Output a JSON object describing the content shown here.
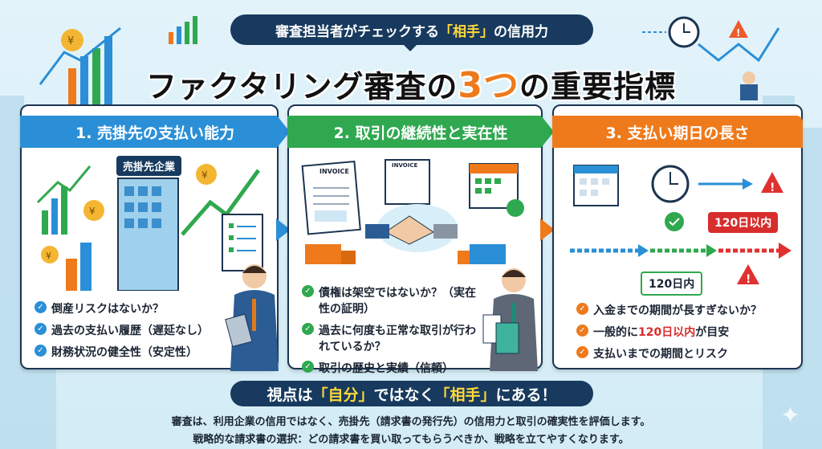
{
  "header": {
    "subtitle_pre": "審査担当者がチェックする",
    "subtitle_hl": "「相手」",
    "subtitle_post": "の信用力",
    "title_pre": "ファクタリング審査の",
    "title_num": "3つ",
    "title_post": "の重要指標"
  },
  "panels": [
    {
      "title": "1. 売掛先の支払い能力",
      "color": "#2a8fd6",
      "building_label": "売掛先企業",
      "checks": [
        "倒産リスクはないか？",
        "過去の支払い履歴（遅延なし）",
        "財務状況の健全性（安定性）"
      ]
    },
    {
      "title": "2. 取引の継続性と実在性",
      "color": "#2fa84f",
      "invoice_label": "INVOICE",
      "checks": [
        "債権は架空ではないか？（実在性の証明）",
        "過去に何度も正常な取引が行われているか？",
        "取引の歴史と実績（信頼）"
      ]
    },
    {
      "title": "3. 支払い期日の長さ",
      "color": "#ee7a1c",
      "badge_red": "120日以内",
      "badge_green": "120日内",
      "checks_1": "入金までの期間が長すぎないか？",
      "checks_2_pre": "一般的に",
      "checks_2_hl": "120日以内",
      "checks_2_post": "が目安",
      "checks_3": "支払いまでの期間とリスク"
    }
  ],
  "banner": {
    "pre": "視点は",
    "hl1": "「自分」",
    "mid": "ではなく",
    "hl2": "「相手」",
    "post": "にある！"
  },
  "footer": {
    "line1": "審査は、利用企業の信用ではなく、売掛先（請求書の発行先）の信用力と取引の確実性を評価します。",
    "line2": "戦略的な請求書の選択：どの請求書を買い取ってもらうべきか、戦略を立てやすくなります。"
  },
  "colors": {
    "navy": "#173a5e",
    "blue": "#2a8fd6",
    "green": "#2fa84f",
    "orange": "#ee7a1c",
    "red": "#d72d2d",
    "yellow": "#ffd83a"
  }
}
